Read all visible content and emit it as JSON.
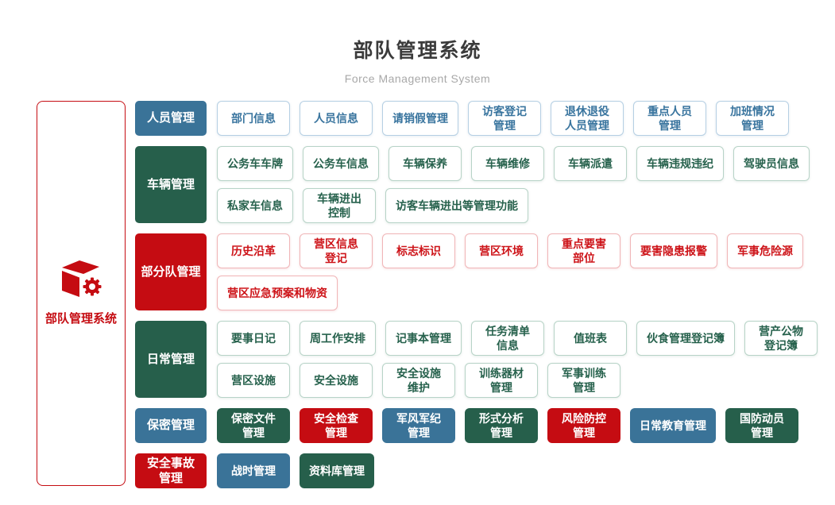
{
  "header": {
    "title": "部队管理系统",
    "subtitle": "Force Management System"
  },
  "sidebar": {
    "label": "部队管理系统",
    "icon": "cube-gear-icon"
  },
  "palette": {
    "blue": "#3a7398",
    "green": "#265f4b",
    "red": "#c50c12",
    "blue_border": "#b5cfe3",
    "blue_text": "#38749e",
    "green_border": "#b7d3c7",
    "green_text": "#26614c",
    "red_border": "#f0b5b7",
    "red_text": "#cd1318"
  },
  "groups": [
    {
      "name": "personnel",
      "label": "人员管理",
      "color": "blue",
      "rows": [
        [
          "部门信息",
          "人员信息",
          "请销假管理",
          "访客登记\n管理",
          "退休退役\n人员管理",
          "重点人员\n管理",
          "加班情况\n管理"
        ]
      ]
    },
    {
      "name": "vehicle",
      "label": "车辆管理",
      "color": "green",
      "rows": [
        [
          "公务车车牌",
          "公务车信息",
          "车辆保养",
          "车辆维修",
          "车辆派遣",
          "车辆违规违纪",
          "驾驶员信息"
        ],
        [
          "私家车信息",
          "车辆进出\n控制",
          "访客车辆进出等管理功能"
        ]
      ]
    },
    {
      "name": "subunit",
      "label": "部分队管理",
      "color": "red",
      "rows": [
        [
          "历史沿革",
          "营区信息\n登记",
          "标志标识",
          "营区环境",
          "重点要害\n部位",
          "要害隐患报警",
          "军事危险源"
        ],
        [
          "营区应急预案和物资"
        ]
      ]
    },
    {
      "name": "daily",
      "label": "日常管理",
      "color": "green",
      "rows": [
        [
          "要事日记",
          "周工作安排",
          "记事本管理",
          "任务清单\n信息",
          "值班表",
          "伙食管理登记簿",
          "营产公物\n登记簿"
        ],
        [
          "营区设施",
          "安全设施",
          "安全设施\n维护",
          "训练器材\n管理",
          "军事训练\n管理"
        ]
      ]
    },
    {
      "name": "secrecy",
      "label": "保密管理",
      "color": "blue",
      "rows": [
        [
          {
            "label": "保密文件\n管理",
            "color": "green"
          },
          {
            "label": "安全检查\n管理",
            "color": "red"
          },
          {
            "label": "军风军纪\n管理",
            "color": "blue"
          },
          {
            "label": "形式分析\n管理",
            "color": "green"
          },
          {
            "label": "风险防控\n管理",
            "color": "red"
          },
          {
            "label": "日常教育管理",
            "color": "blue"
          },
          {
            "label": "国防动员\n管理",
            "color": "green"
          }
        ]
      ]
    },
    {
      "name": "accident",
      "label": "安全事故\n管理",
      "color": "red",
      "rows": [
        [
          {
            "label": "战时管理",
            "color": "blue"
          },
          {
            "label": "资料库管理",
            "color": "green"
          }
        ]
      ]
    }
  ]
}
